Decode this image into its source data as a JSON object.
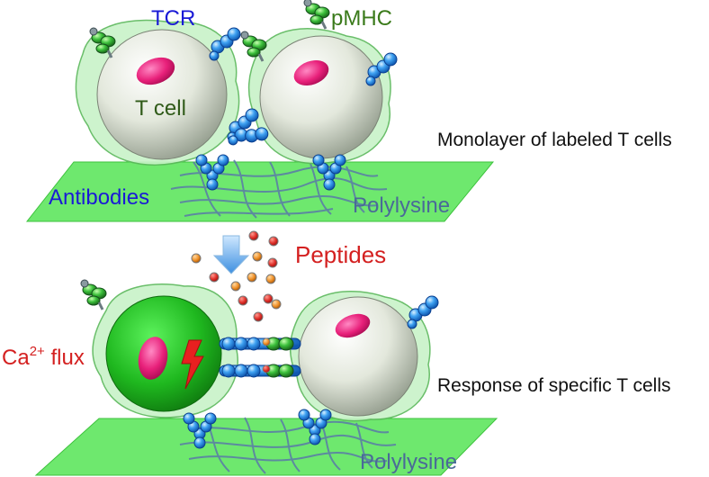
{
  "labels": {
    "tcr": "TCR",
    "pmhc": "pMHC",
    "t_cell": "T cell",
    "antibodies": "Antibodies",
    "polylysine_top": "Polylysine",
    "peptides": "Peptides",
    "ca_base": "Ca",
    "ca_superscript": "2+",
    "ca_suffix": " flux",
    "polylysine_bottom": "Polylysine",
    "monolayer_caption": "Monolayer of labeled T cells",
    "response_caption": "Response of specific T cells"
  },
  "colors": {
    "tcr_label": "#1a1ad6",
    "pmhc_label": "#3a7a1a",
    "tcell_label": "#2f5a18",
    "antibodies_label": "#1a1ad6",
    "polylysine_label": "#4a6a98",
    "peptides_label": "#d42020",
    "ca_label": "#d42020",
    "caption": "#111111",
    "green_surface": "#6ee86e",
    "cell_halo": "#c8f2c8",
    "antibody_blue": "#3fa2f2",
    "nucleus_pink": "#e8207a",
    "peptide_red": "#e0302a",
    "peptide_orange": "#f0922a",
    "arrow_blue": "#5aa8e8",
    "activated_cell": "#28c028"
  },
  "icons": [
    "antibody-icon",
    "pmhc-icon",
    "lightning-icon",
    "down-arrow-icon"
  ]
}
